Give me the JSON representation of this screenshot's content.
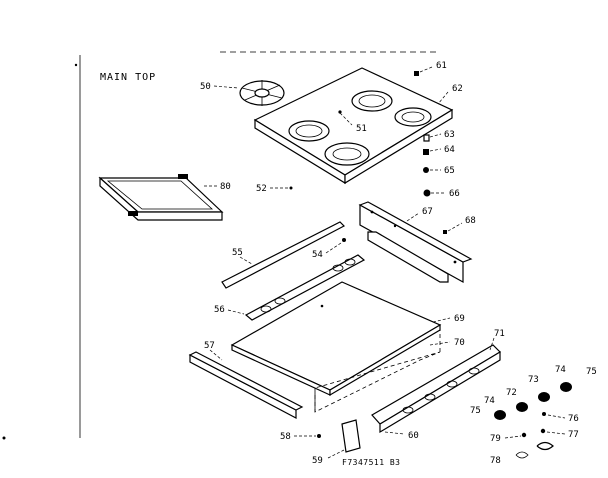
{
  "title": "MAIN TOP",
  "code": "F7347511 B3",
  "labels": {
    "p50": "50",
    "p51": "51",
    "p52": "52",
    "p54": "54",
    "p55": "55",
    "p56": "56",
    "p57": "57",
    "p58": "58",
    "p59": "59",
    "p60": "60",
    "p61": "61",
    "p62": "62",
    "p63": "63",
    "p64": "64",
    "p65": "65",
    "p66": "66",
    "p67": "67",
    "p68": "68",
    "p69": "69",
    "p70": "70",
    "p71": "71",
    "p72": "72",
    "p73": "73",
    "p74a": "74",
    "p74b": "74",
    "p75a": "75",
    "p75b": "75",
    "p76": "76",
    "p77": "77",
    "p78": "78",
    "p79": "79",
    "p80": "80"
  }
}
